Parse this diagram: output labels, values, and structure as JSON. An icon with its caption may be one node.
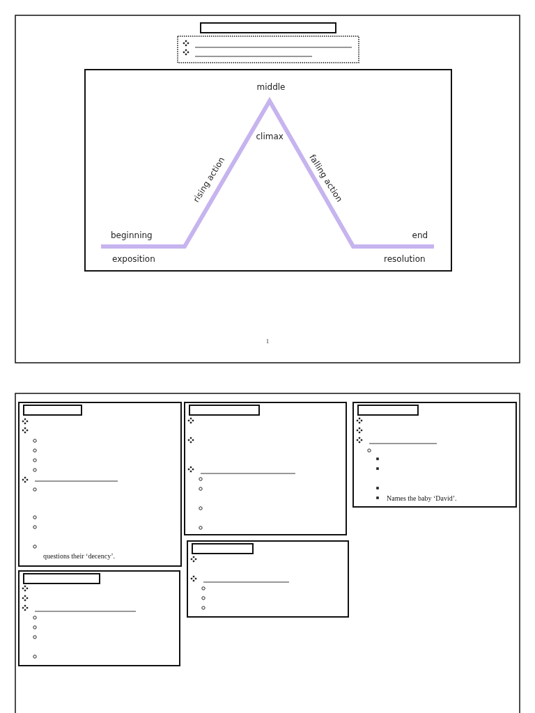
{
  "diagram": {
    "nodes": [
      {
        "text": [
          "middle",
          "climax",
          "rising action",
          "falling action",
          "beginning",
          "end",
          "exposition",
          "resolution"
        ]
      },
      {
        "text": [
          "questions their ‘decency’."
        ]
      },
      {
        "text": [
          "Names the baby ‘David’."
        ]
      }
    ],
    "labels": [
      "1"
    ]
  }
}
